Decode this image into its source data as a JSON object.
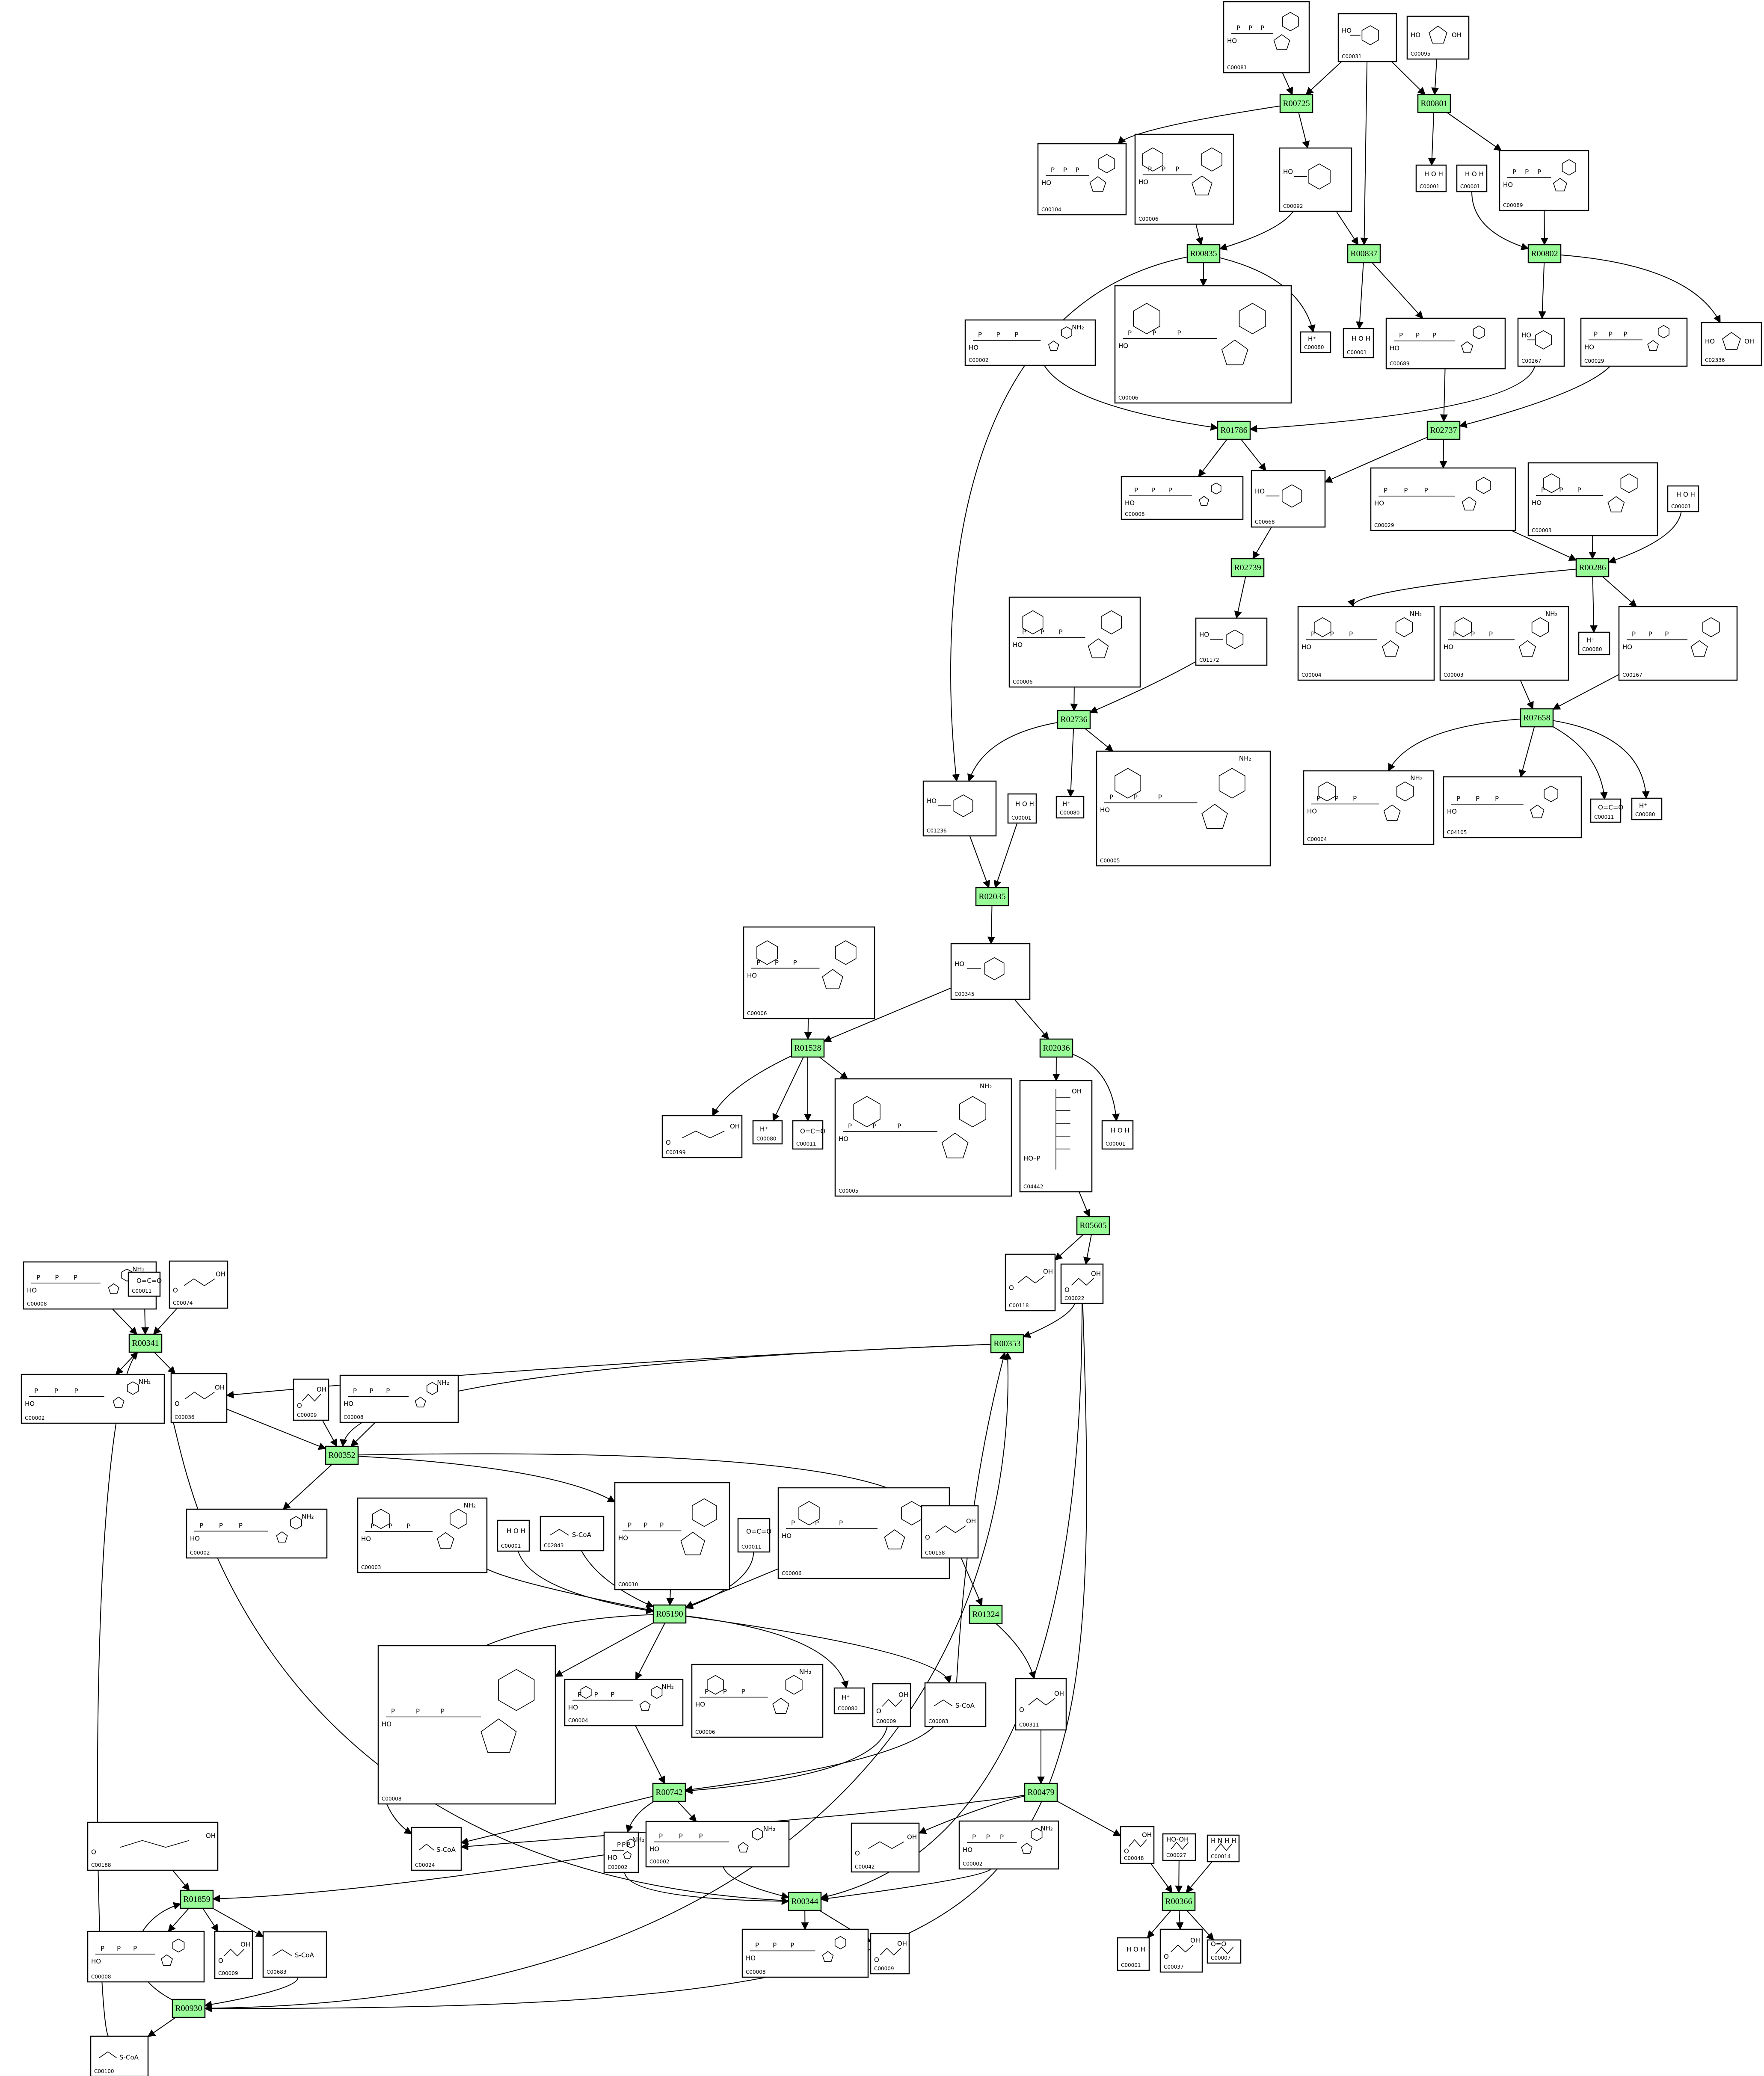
{
  "reactions": [
    "R00725",
    "R00801",
    "R00835",
    "R00837",
    "R00802",
    "R01786",
    "R02737",
    "R02739",
    "R00286",
    "R07658",
    "R02736",
    "R02035",
    "R01528",
    "R02036",
    "R05605",
    "R00341",
    "R00353",
    "R00352",
    "R05190",
    "R01324",
    "R00742",
    "R00479",
    "R01859",
    "R00344",
    "R00366",
    "R00930"
  ],
  "compounds": [
    {
      "key": "cA",
      "id": "C00081",
      "type": "big"
    },
    {
      "key": "cB",
      "id": "C00031",
      "type": "hex"
    },
    {
      "key": "cC",
      "id": "C00095",
      "type": "ring"
    },
    {
      "key": "cD",
      "id": "C00104",
      "type": "big"
    },
    {
      "key": "cE",
      "id": "C00006",
      "type": "nad"
    },
    {
      "key": "cF",
      "id": "C00092",
      "type": "hex"
    },
    {
      "key": "cG",
      "id": "C00001",
      "type": "water",
      "formula": "H O H"
    },
    {
      "key": "cH",
      "id": "C00001",
      "type": "water",
      "formula": "H O H"
    },
    {
      "key": "cI",
      "id": "C00089",
      "type": "big"
    },
    {
      "key": "cJ",
      "id": "C00080",
      "type": "hplus",
      "formula": "H⁺"
    },
    {
      "key": "cK",
      "id": "C00006",
      "type": "nad"
    },
    {
      "key": "cL",
      "id": "C00002",
      "type": "atp",
      "formula": "NH₂"
    },
    {
      "key": "cM",
      "id": "C00001",
      "type": "water",
      "formula": "H O H"
    },
    {
      "key": "cN",
      "id": "C00689",
      "type": "big"
    },
    {
      "key": "cO",
      "id": "C00267",
      "type": "hex"
    },
    {
      "key": "cP",
      "id": "C00029",
      "type": "big"
    },
    {
      "key": "cQ",
      "id": "C02336",
      "type": "ring"
    },
    {
      "key": "cR",
      "id": "C00008",
      "type": "atp"
    },
    {
      "key": "cS",
      "id": "C00668",
      "type": "hex"
    },
    {
      "key": "cT",
      "id": "C00029",
      "type": "big"
    },
    {
      "key": "cU",
      "id": "C00003",
      "type": "nad"
    },
    {
      "key": "cV",
      "id": "C00001",
      "type": "water",
      "formula": "H O H"
    },
    {
      "key": "cW",
      "id": "C01172",
      "type": "hex"
    },
    {
      "key": "cX",
      "id": "C00006",
      "type": "nad"
    },
    {
      "key": "cY",
      "id": "C00004",
      "type": "nad",
      "formula": "NH₂"
    },
    {
      "key": "cZ",
      "id": "C00003",
      "type": "nad",
      "formula": "NH₂"
    },
    {
      "key": "c1",
      "id": "C00080",
      "type": "hplus",
      "formula": "H⁺"
    },
    {
      "key": "c2",
      "id": "C00167",
      "type": "big"
    },
    {
      "key": "c3",
      "id": "C01236",
      "type": "hex"
    },
    {
      "key": "c4",
      "id": "C00001",
      "type": "water",
      "formula": "H O H"
    },
    {
      "key": "c5",
      "id": "C00080",
      "type": "hplus",
      "formula": "H⁺"
    },
    {
      "key": "c6",
      "id": "C00005",
      "type": "nad",
      "formula": "NH₂"
    },
    {
      "key": "c7",
      "id": "C00004",
      "type": "nad",
      "formula": "NH₂"
    },
    {
      "key": "c8",
      "id": "C04105",
      "type": "big"
    },
    {
      "key": "c9",
      "id": "C00011",
      "type": "co2",
      "formula": "O=C=O"
    },
    {
      "key": "d1",
      "id": "C00080",
      "type": "hplus",
      "formula": "H⁺"
    },
    {
      "key": "d2",
      "id": "C00006",
      "type": "nad"
    },
    {
      "key": "d3",
      "id": "C00345",
      "type": "hex"
    },
    {
      "key": "d4",
      "id": "C00199",
      "type": "small"
    },
    {
      "key": "d5",
      "id": "C00080",
      "type": "hplus",
      "formula": "H⁺"
    },
    {
      "key": "d6",
      "id": "C00011",
      "type": "co2",
      "formula": "O=C=O"
    },
    {
      "key": "d7",
      "id": "C00005",
      "type": "nad",
      "formula": "NH₂"
    },
    {
      "key": "d8",
      "id": "C04442",
      "type": "tall"
    },
    {
      "key": "d9",
      "id": "C00001",
      "type": "water",
      "formula": "H O H"
    },
    {
      "key": "e1",
      "id": "C00118",
      "type": "small"
    },
    {
      "key": "e2",
      "id": "C00022",
      "type": "small"
    },
    {
      "key": "e3",
      "id": "C00008",
      "type": "atp",
      "formula": "NH₂"
    },
    {
      "key": "e4",
      "id": "C00011",
      "type": "co2",
      "formula": "O=C=O"
    },
    {
      "key": "e5",
      "id": "C00074",
      "type": "small"
    },
    {
      "key": "e6",
      "id": "C00002",
      "type": "atp",
      "formula": "NH₂"
    },
    {
      "key": "e7",
      "id": "C00036",
      "type": "small"
    },
    {
      "key": "e8",
      "id": "C00009",
      "type": "small"
    },
    {
      "key": "e9",
      "id": "C00008",
      "type": "atp",
      "formula": "NH₂"
    },
    {
      "key": "f1",
      "id": "C00002",
      "type": "atp",
      "formula": "NH₂"
    },
    {
      "key": "f2",
      "id": "C00003",
      "type": "nad",
      "formula": "NH₂"
    },
    {
      "key": "f3",
      "id": "C00001",
      "type": "water",
      "formula": "H O H"
    },
    {
      "key": "f4",
      "id": "C02843",
      "type": "coa",
      "formula": "S-CoA"
    },
    {
      "key": "f5",
      "id": "C00010",
      "type": "big"
    },
    {
      "key": "f6",
      "id": "C00011",
      "type": "co2",
      "formula": "O=C=O"
    },
    {
      "key": "f7",
      "id": "C00006",
      "type": "nad"
    },
    {
      "key": "f8",
      "id": "C00158",
      "type": "small"
    },
    {
      "key": "f9",
      "id": "C00006",
      "type": "nad",
      "formula": "NH₂"
    },
    {
      "key": "g1",
      "id": "C00008",
      "type": "atp"
    },
    {
      "key": "g2",
      "id": "C00004",
      "type": "nad",
      "formula": "NH₂"
    },
    {
      "key": "g3",
      "id": "C00080",
      "type": "hplus",
      "formula": "H⁺"
    },
    {
      "key": "g4",
      "id": "C00009",
      "type": "small"
    },
    {
      "key": "g5",
      "id": "C00083",
      "type": "coa",
      "formula": "S-CoA"
    },
    {
      "key": "g6",
      "id": "C00311",
      "type": "small"
    },
    {
      "key": "g7",
      "id": "C00024",
      "type": "coa",
      "formula": "S-CoA"
    },
    {
      "key": "g8",
      "id": "C00002",
      "type": "atp",
      "formula": "NH₂"
    },
    {
      "key": "g9",
      "id": "C00042",
      "type": "small"
    },
    {
      "key": "h1",
      "id": "C00002",
      "type": "atp",
      "formula": "NH₂"
    },
    {
      "key": "h2",
      "id": "C00048",
      "type": "small"
    },
    {
      "key": "h3",
      "id": "C00027",
      "type": "small",
      "formula": "HO-OH"
    },
    {
      "key": "h4",
      "id": "C00014",
      "type": "small",
      "formula": "H N H H"
    },
    {
      "key": "h5",
      "id": "C00002",
      "type": "atp",
      "formula": "NH₂"
    },
    {
      "key": "h6",
      "id": "C00188",
      "type": "small"
    },
    {
      "key": "h7",
      "id": "C00008",
      "type": "atp"
    },
    {
      "key": "h8",
      "id": "C00009",
      "type": "small"
    },
    {
      "key": "h9",
      "id": "C00683",
      "type": "coa",
      "formula": "S-CoA"
    },
    {
      "key": "i1",
      "id": "C00008",
      "type": "atp"
    },
    {
      "key": "i2",
      "id": "C00009",
      "type": "small"
    },
    {
      "key": "i3",
      "id": "C00001",
      "type": "water",
      "formula": "H O H"
    },
    {
      "key": "i4",
      "id": "C00037",
      "type": "small"
    },
    {
      "key": "i5",
      "id": "C00007",
      "type": "small",
      "formula": "O=O"
    },
    {
      "key": "i6",
      "id": "C00100",
      "type": "coa",
      "formula": "S-CoA"
    }
  ]
}
